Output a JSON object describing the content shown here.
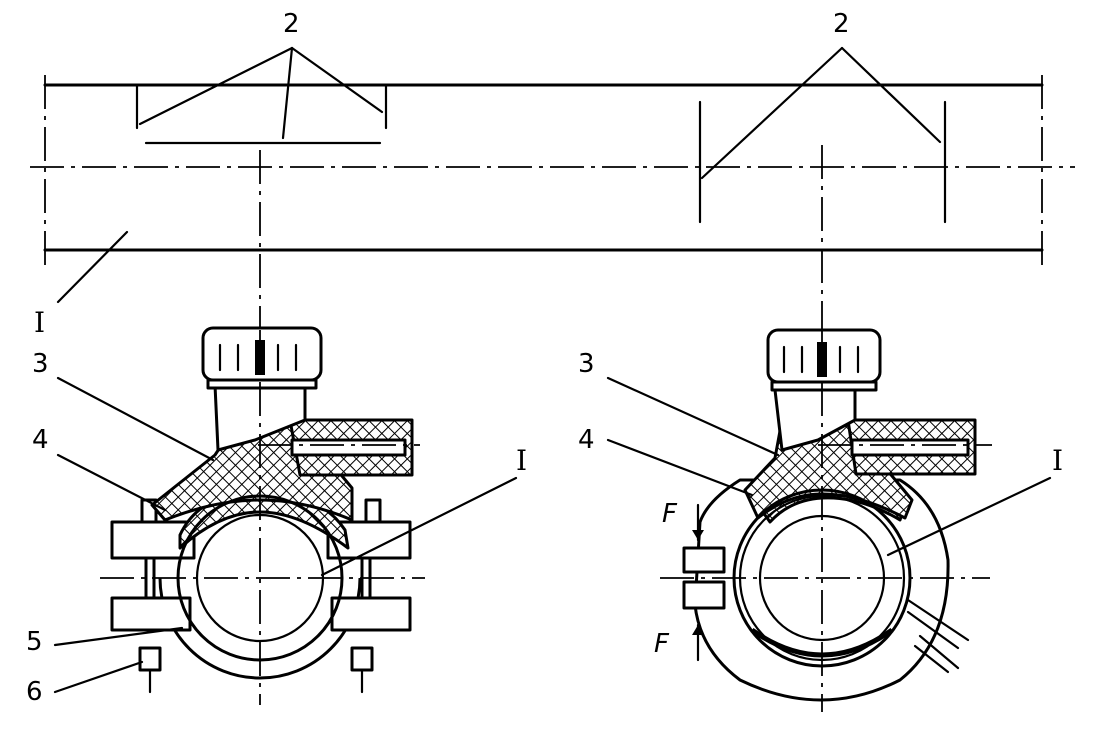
{
  "labels": {
    "l2a": "2",
    "l2b": "2",
    "lI_top": "I",
    "l3_left": "3",
    "l4_left": "4",
    "l5": "5",
    "l6": "6",
    "lI_left": "I",
    "l3_right": "3",
    "l4_right": "4",
    "lI_right": "I",
    "lF_top": "F",
    "lF_bottom": "F"
  },
  "colors": {
    "ink": "#000000",
    "paper": "#ffffff"
  }
}
